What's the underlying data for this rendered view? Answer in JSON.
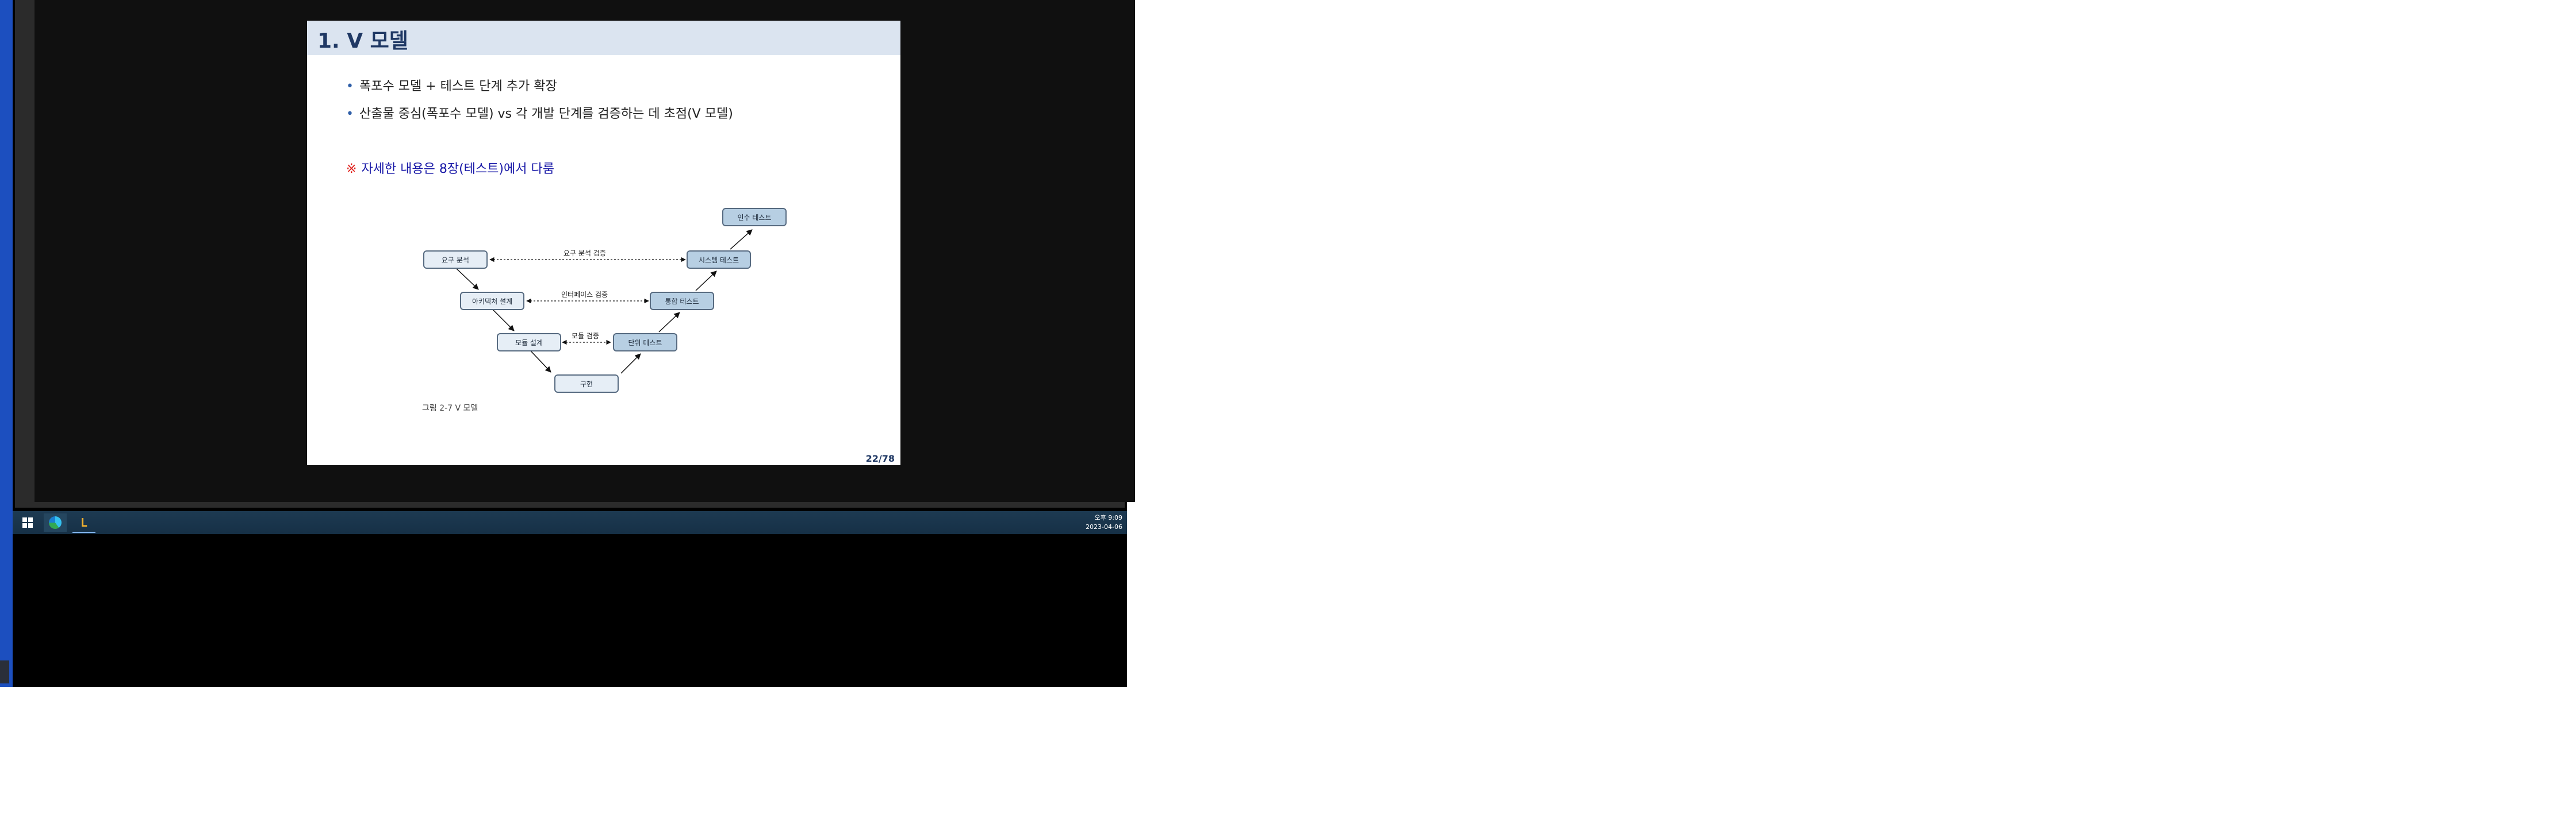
{
  "slide": {
    "title": "1. V 모델",
    "bullets": [
      "폭포수 모델 + 테스트 단계 추가 확장",
      "산출물 중심(폭포수 모델) vs 각 개발 단계를 검증하는 데 초점(V 모델)"
    ],
    "note_mark": "※",
    "note": "자세한 내용은 8장(테스트)에서 다룸",
    "page_number": "22/78"
  },
  "diagram": {
    "caption": "그림 2-7  V 모델",
    "nodes": {
      "requirements": "요구 분석",
      "architecture": "아키텍처 설계",
      "module_design": "모듈 설계",
      "implementation": "구현",
      "unit_test": "단위 테스트",
      "integration_test": "통합 테스트",
      "system_test": "시스템 테스트",
      "acceptance_test": "인수 테스트"
    },
    "verification_labels": {
      "requirements": "요구 분석 검증",
      "interface": "인터페이스 검증",
      "module": "모듈 검증"
    }
  },
  "taskbar": {
    "icons": [
      "windows-start-icon",
      "edge-browser-icon",
      "app-icon"
    ],
    "app_glyph": "L",
    "time": "오후 9:09",
    "date": "2023-04-06"
  },
  "colors": {
    "slide_header": "#dbe4f0",
    "title": "#1f3864",
    "note_text": "#1a1aa8",
    "note_mark": "#e0201b",
    "test_box": "#b7cfe3",
    "design_box": "#e6eef6",
    "taskbar": "#1d3a52"
  }
}
